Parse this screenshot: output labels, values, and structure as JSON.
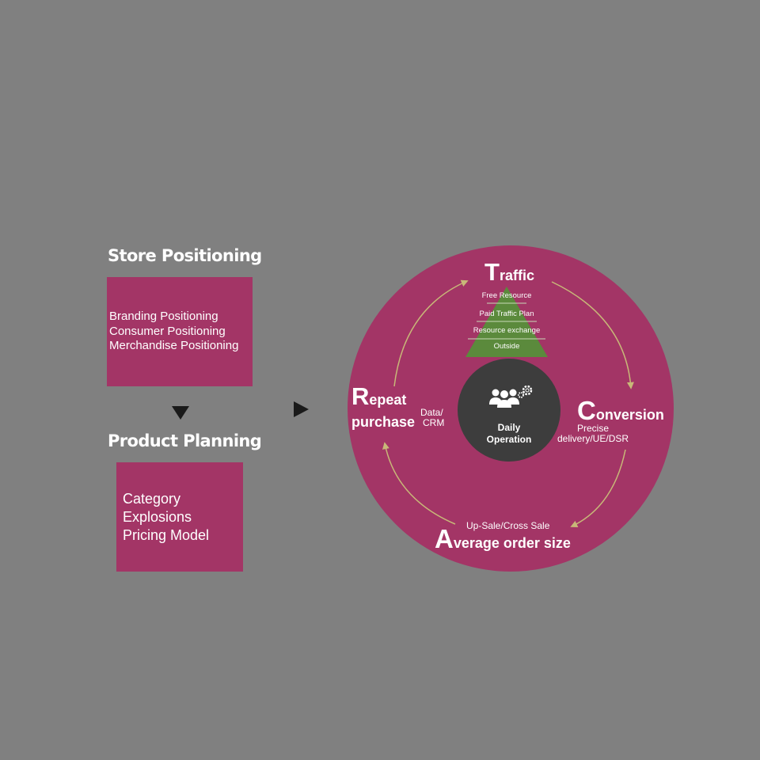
{
  "store": {
    "title": "Store Positioning",
    "items": [
      "Branding Positioning",
      "Consumer Positioning",
      "Merchandise Positioning"
    ]
  },
  "product": {
    "title": "Product Planning",
    "items": [
      "Category",
      "Explosions",
      "Pricing Model"
    ]
  },
  "cycle": {
    "traffic": {
      "initial": "T",
      "rest": "raffic"
    },
    "traffic_tiers": [
      "Free Resource",
      "Paid Traffic Plan",
      "Resource exchange",
      "Outside"
    ],
    "conversion": {
      "initial": "C",
      "rest": "onversion",
      "sub": [
        "Precise",
        "delivery/UE/DSR"
      ]
    },
    "average": {
      "initial": "A",
      "rest": "verage order size",
      "sub": "Up-Sale/Cross Sale"
    },
    "repeat": {
      "initial": "R",
      "rest1": "epeat",
      "rest2": "purchase",
      "sub": [
        "Data/",
        "CRM"
      ]
    },
    "center": {
      "line1": "Daily",
      "line2": "Operation"
    }
  },
  "colors": {
    "background": "#808080",
    "magenta": "#a33566",
    "green": "#5b8a3c",
    "center": "#3d3d3d",
    "arrow": "#c8b878"
  }
}
